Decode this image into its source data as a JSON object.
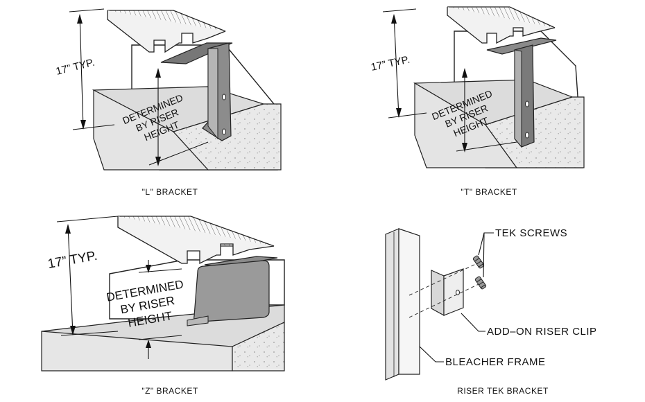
{
  "panels": [
    {
      "caption": "\"L\" BRACKET",
      "dim_height": "17” TYP.",
      "dim_riser": [
        "DETERMINED",
        "BY RISER",
        "HEIGHT"
      ]
    },
    {
      "caption": "\"T\" BRACKET",
      "dim_height": "17” TYP.",
      "dim_riser": [
        "DETERMINED",
        "BY RISER",
        "HEIGHT"
      ]
    },
    {
      "caption": "\"Z\" BRACKET",
      "dim_height": "17” TYP.",
      "dim_riser": [
        "DETERMINED",
        "BY RISER",
        "HEIGHT"
      ]
    },
    {
      "caption": "RISER TEK BRACKET",
      "callouts": {
        "screws": "TEK SCREWS",
        "clip": "ADD–ON RISER CLIP",
        "frame": "BLEACHER FRAME"
      }
    }
  ]
}
